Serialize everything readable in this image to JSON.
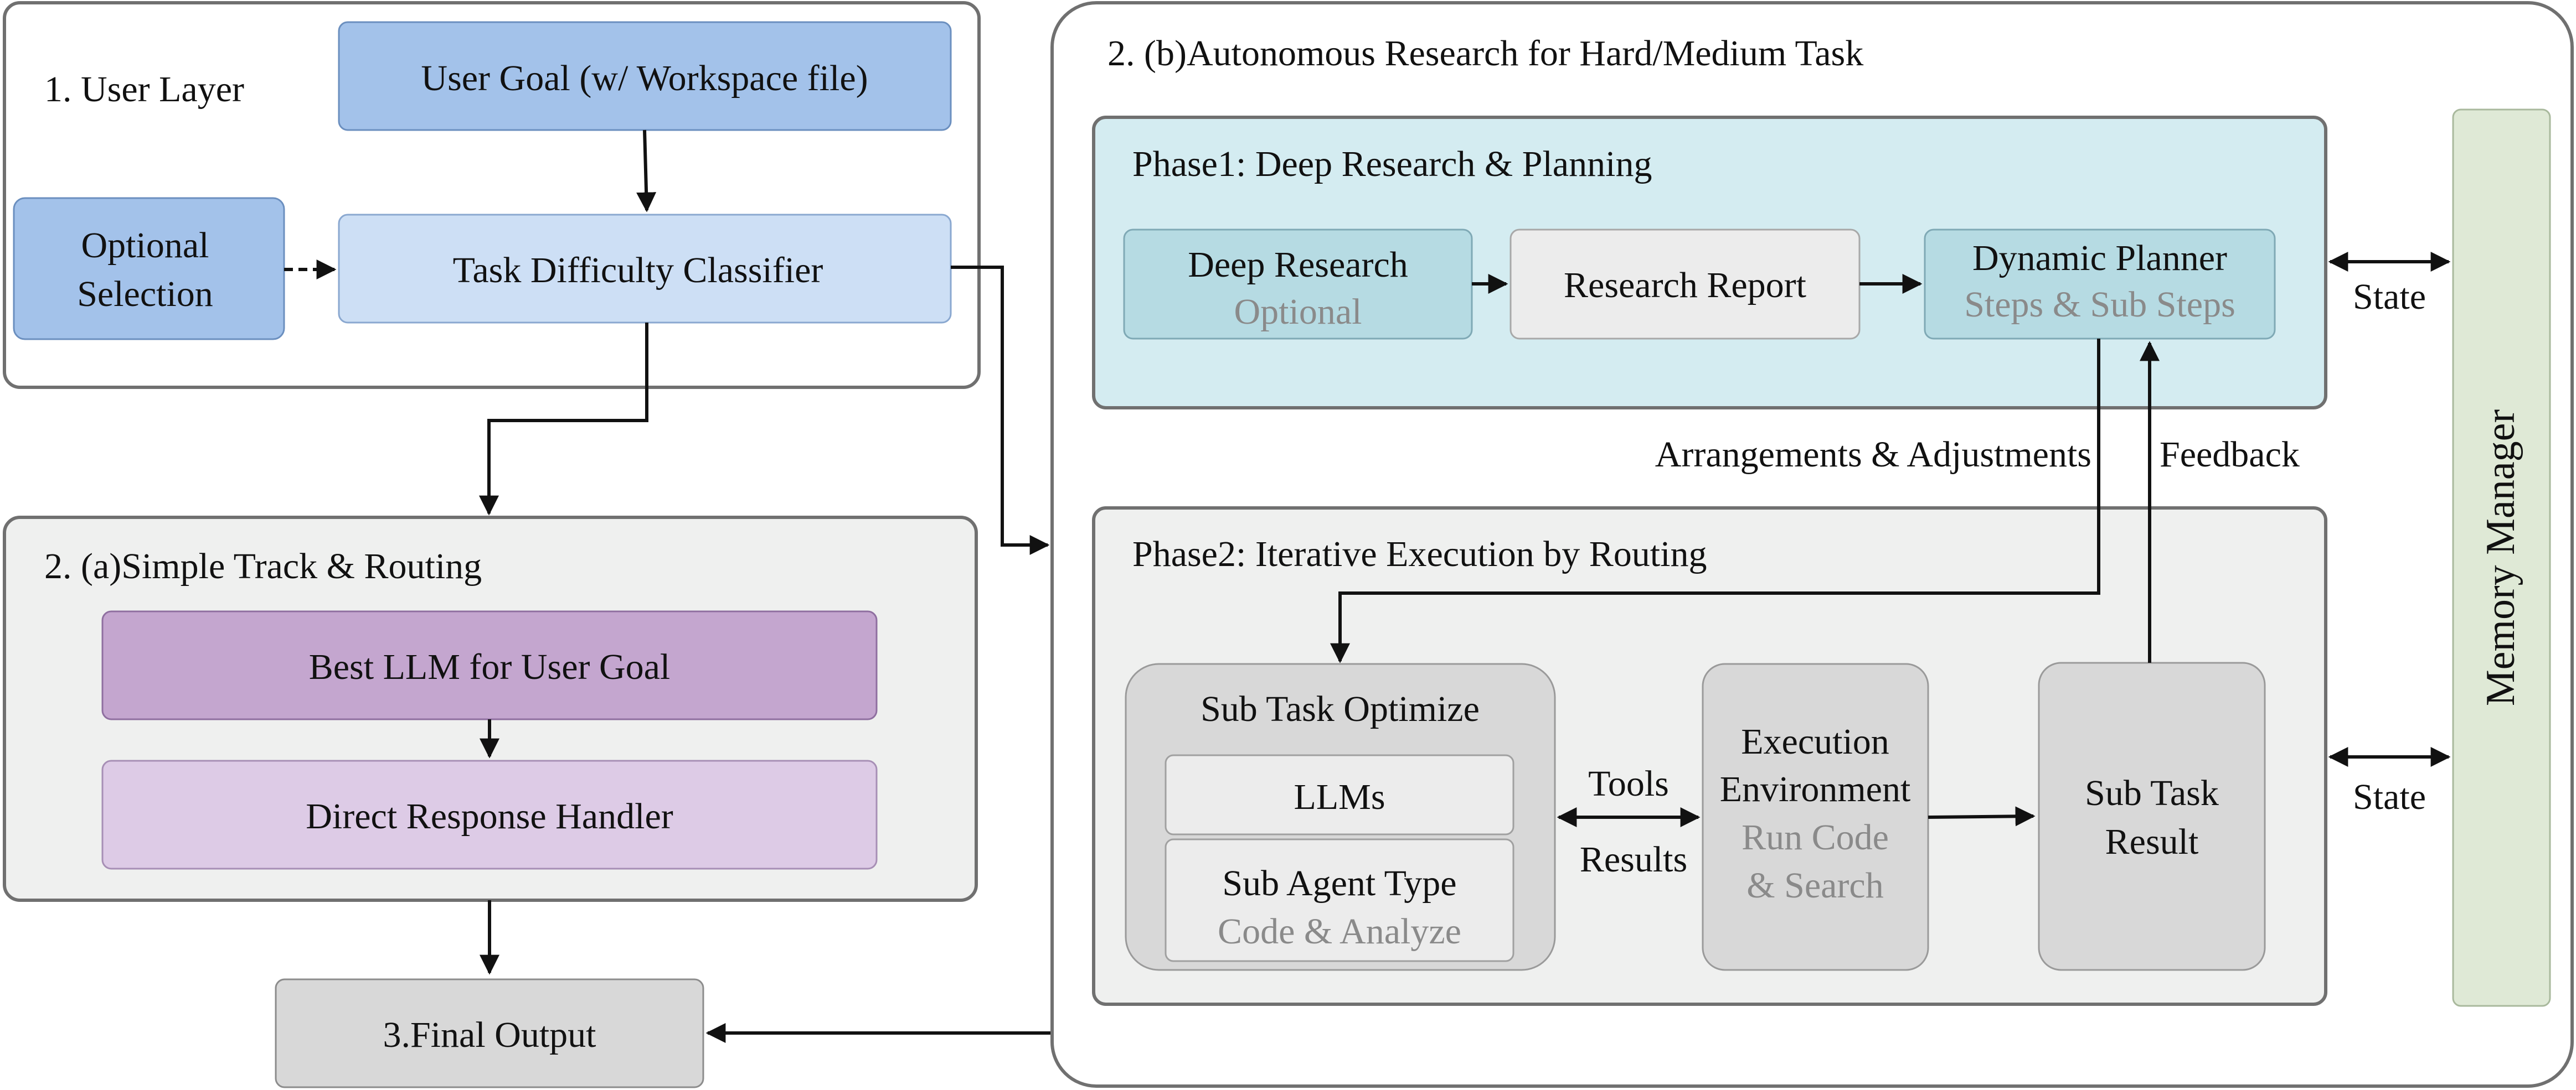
{
  "colors": {
    "user_goal_fill": "#a3c2ea",
    "classifier_fill": "#cddff5",
    "optional_fill": "#a3c2ea",
    "best_llm_fill": "#c4a6cf",
    "direct_response_fill": "#ddcbe6",
    "phase1_fill": "#d4ecf1",
    "phase1_box_fill": "#b6dbe3",
    "research_report_fill": "#ececec",
    "phase2_fill": "#eff0ef",
    "grey_box_fill": "#d8d8d8",
    "light_box_fill": "#ececec",
    "memory_fill": "#dfe9d6",
    "border": "#707070",
    "gray_text": "#8a8a8a"
  },
  "user_layer": {
    "title": "1. User Layer",
    "user_goal": "User Goal (w/ Workspace file)",
    "optional_selection_line1": "Optional",
    "optional_selection_line2": "Selection",
    "classifier": "Task Difficulty Classifier"
  },
  "simple_track": {
    "title": "2. (a)Simple Track & Routing",
    "best_llm": "Best LLM for User Goal",
    "direct_response": "Direct Response Handler"
  },
  "final_output": "3.Final Output",
  "autonomous": {
    "title": "2. (b)Autonomous Research for Hard/Medium Task",
    "phase1": {
      "title": "Phase1: Deep Research & Planning",
      "deep_research": "Deep Research",
      "deep_research_sub": "Optional",
      "research_report": "Research Report",
      "dynamic_planner": "Dynamic Planner",
      "dynamic_planner_sub": "Steps & Sub Steps"
    },
    "arrangements_label": "Arrangements & Adjustments",
    "feedback_label": "Feedback",
    "phase2": {
      "title": "Phase2: Iterative Execution by Routing",
      "sub_task_optimize": "Sub Task Optimize",
      "llms": "LLMs",
      "sub_agent_type": "Sub Agent Type",
      "sub_agent_type_sub": "Code & Analyze",
      "tools_label": "Tools",
      "results_label": "Results",
      "exec_line1": "Execution",
      "exec_line2": "Environment",
      "exec_sub1": "Run Code",
      "exec_sub2": "& Search",
      "result_line1": "Sub Task",
      "result_line2": "Result"
    },
    "state_label_1": "State",
    "state_label_2": "State",
    "memory_manager": "Memory Manager"
  }
}
